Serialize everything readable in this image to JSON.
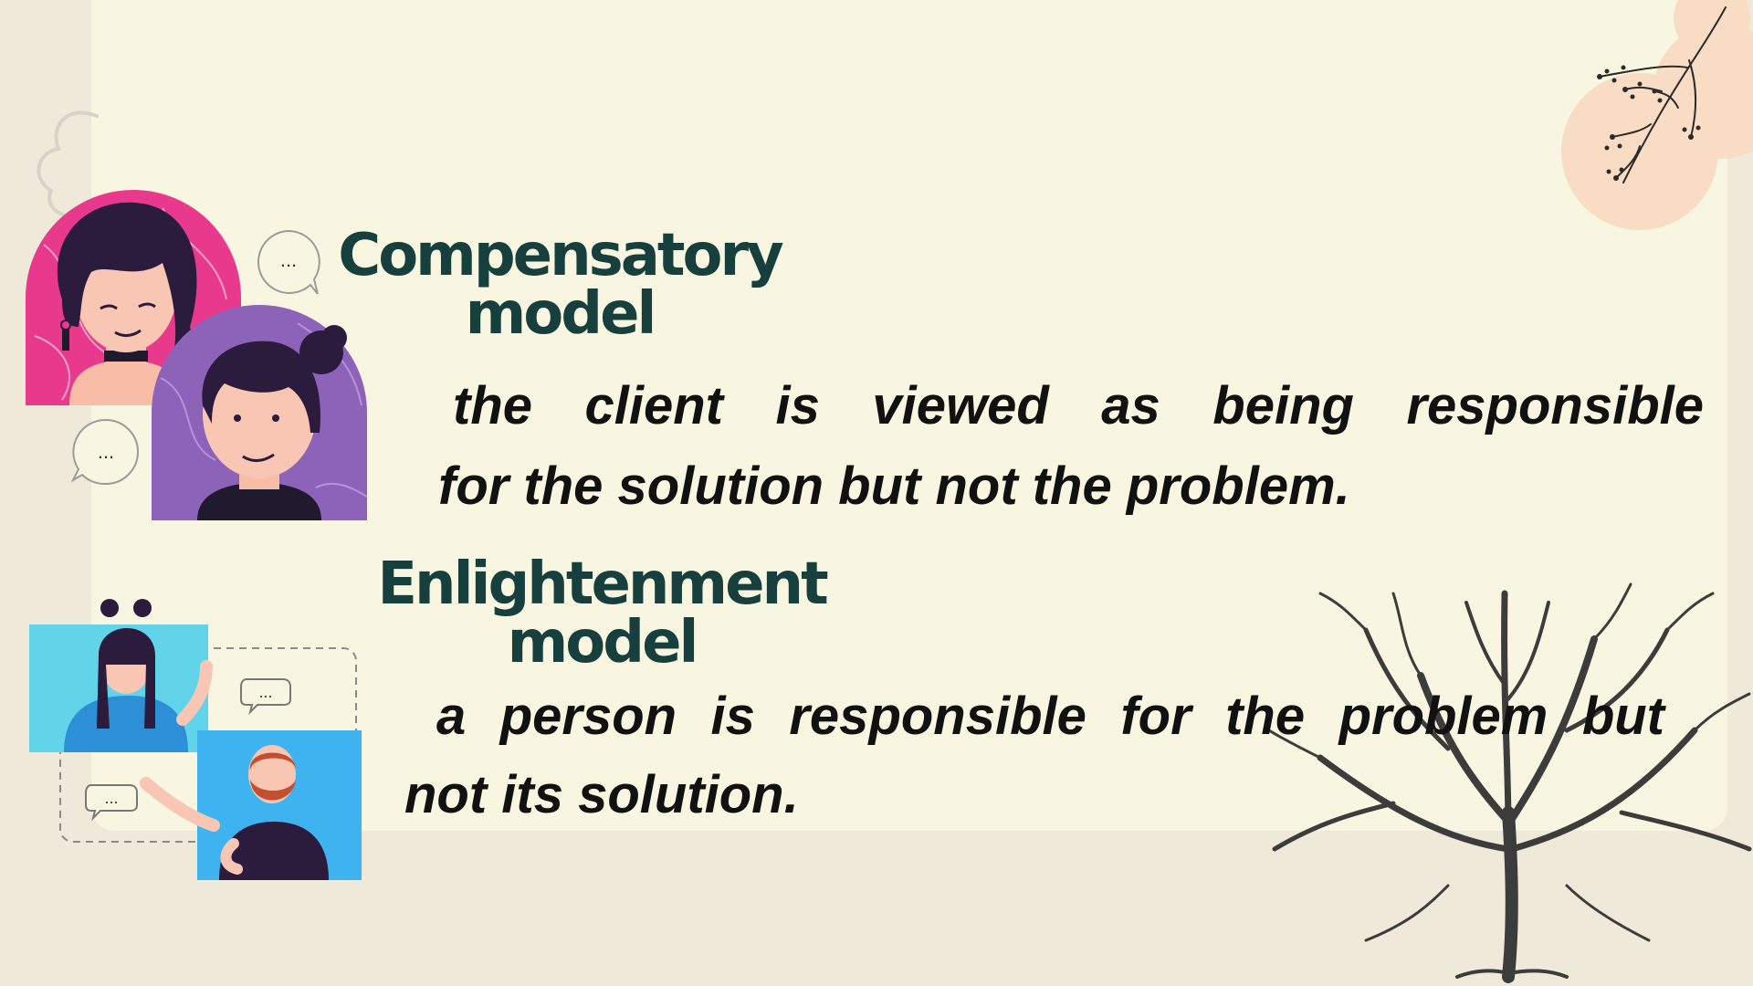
{
  "colors": {
    "background": "#efe9da",
    "card": "#f8f6e0",
    "heading": "#173f3e",
    "body_text": "#111111",
    "accent_pink": "#e8398d",
    "accent_purple": "#8d62b9",
    "accent_cyan": "#62d4ea",
    "accent_blue": "#3fb3f0",
    "peach": "#f8dcc3"
  },
  "slide": {
    "sections": [
      {
        "heading_line1": "Compensatory",
        "heading_line2": "model",
        "body_line1": "the client is viewed as being responsible",
        "body_line2": "for the solution but not the problem."
      },
      {
        "heading_line1": "Enlightenment",
        "heading_line2": "model",
        "body_line1": "a person is responsible for the problem but",
        "body_line2": "not its solution."
      }
    ],
    "speech_bubble_text": "..."
  },
  "icons": [
    "woman-avatar-icon",
    "man-avatar-icon",
    "speech-bubble-icon",
    "people-handshake-illustration",
    "cloud-outline-icon",
    "branch-decoration-icon",
    "bare-tree-illustration"
  ]
}
